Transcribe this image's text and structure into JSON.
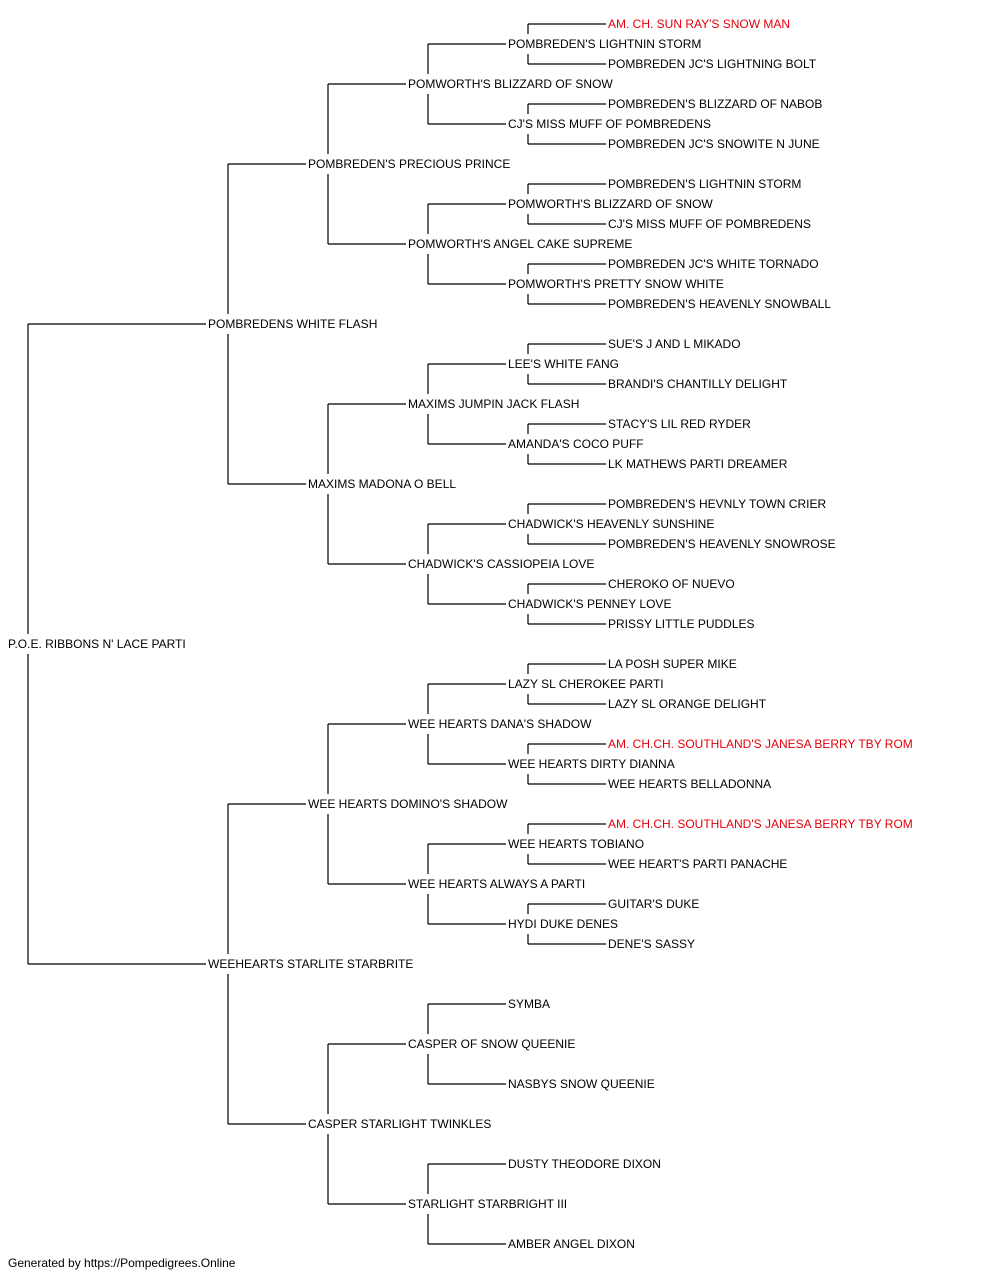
{
  "colors": {
    "normal": "#000000",
    "champion": "#e3000b"
  },
  "tree": {
    "name": "P.O.E. RIBBONS N' LACE PARTI",
    "children": [
      {
        "name": "POMBREDENS WHITE FLASH",
        "children": [
          {
            "name": "POMBREDEN'S PRECIOUS PRINCE",
            "children": [
              {
                "name": "POMWORTH'S BLIZZARD OF SNOW",
                "children": [
                  {
                    "name": "POMBREDEN'S LIGHTNIN STORM",
                    "children": [
                      {
                        "name": "AM. CH. SUN RAY'S SNOW MAN",
                        "champion": true
                      },
                      {
                        "name": "POMBREDEN JC'S LIGHTNING BOLT"
                      }
                    ]
                  },
                  {
                    "name": "CJ'S MISS MUFF OF POMBREDENS",
                    "children": [
                      {
                        "name": "POMBREDEN'S BLIZZARD OF NABOB"
                      },
                      {
                        "name": "POMBREDEN JC'S SNOWITE N JUNE"
                      }
                    ]
                  }
                ]
              },
              {
                "name": "POMWORTH'S ANGEL CAKE SUPREME",
                "children": [
                  {
                    "name": "POMWORTH'S BLIZZARD OF SNOW",
                    "children": [
                      {
                        "name": "POMBREDEN'S LIGHTNIN STORM"
                      },
                      {
                        "name": "CJ'S MISS MUFF OF POMBREDENS"
                      }
                    ]
                  },
                  {
                    "name": "POMWORTH'S PRETTY SNOW WHITE",
                    "children": [
                      {
                        "name": "POMBREDEN JC'S WHITE TORNADO"
                      },
                      {
                        "name": "POMBREDEN'S HEAVENLY SNOWBALL"
                      }
                    ]
                  }
                ]
              }
            ]
          },
          {
            "name": "MAXIMS MADONA O BELL",
            "children": [
              {
                "name": "MAXIMS JUMPIN JACK FLASH",
                "children": [
                  {
                    "name": "LEE'S WHITE FANG",
                    "children": [
                      {
                        "name": "SUE'S J AND L MIKADO"
                      },
                      {
                        "name": "BRANDI'S CHANTILLY DELIGHT"
                      }
                    ]
                  },
                  {
                    "name": "AMANDA'S COCO PUFF",
                    "children": [
                      {
                        "name": "STACY'S LIL RED RYDER"
                      },
                      {
                        "name": "LK MATHEWS PARTI DREAMER"
                      }
                    ]
                  }
                ]
              },
              {
                "name": "CHADWICK'S CASSIOPEIA LOVE",
                "children": [
                  {
                    "name": "CHADWICK'S HEAVENLY SUNSHINE",
                    "children": [
                      {
                        "name": "POMBREDEN'S HEVNLY TOWN CRIER"
                      },
                      {
                        "name": "POMBREDEN'S HEAVENLY SNOWROSE"
                      }
                    ]
                  },
                  {
                    "name": "CHADWICK'S PENNEY LOVE",
                    "children": [
                      {
                        "name": "CHEROKO OF NUEVO"
                      },
                      {
                        "name": "PRISSY LITTLE PUDDLES"
                      }
                    ]
                  }
                ]
              }
            ]
          }
        ]
      },
      {
        "name": "WEEHEARTS STARLITE STARBRITE",
        "children": [
          {
            "name": "WEE HEARTS DOMINO'S SHADOW",
            "children": [
              {
                "name": "WEE HEARTS DANA'S SHADOW",
                "children": [
                  {
                    "name": "LAZY SL CHEROKEE PARTI",
                    "children": [
                      {
                        "name": "LA POSH SUPER MIKE"
                      },
                      {
                        "name": "LAZY SL ORANGE DELIGHT"
                      }
                    ]
                  },
                  {
                    "name": "WEE HEARTS DIRTY DIANNA",
                    "children": [
                      {
                        "name": "AM. CH.CH. SOUTHLAND'S JANESA BERRY TBY ROM",
                        "champion": true
                      },
                      {
                        "name": "WEE HEARTS BELLADONNA"
                      }
                    ]
                  }
                ]
              },
              {
                "name": "WEE HEARTS ALWAYS A PARTI",
                "children": [
                  {
                    "name": "WEE HEARTS TOBIANO",
                    "children": [
                      {
                        "name": "AM. CH.CH. SOUTHLAND'S JANESA BERRY TBY ROM",
                        "champion": true
                      },
                      {
                        "name": "WEE HEART'S PARTI PANACHE"
                      }
                    ]
                  },
                  {
                    "name": "HYDI DUKE DENES",
                    "children": [
                      {
                        "name": "GUITAR'S DUKE"
                      },
                      {
                        "name": "DENE'S SASSY"
                      }
                    ]
                  }
                ]
              }
            ]
          },
          {
            "name": "CASPER STARLIGHT TWINKLES",
            "children": [
              {
                "name": "CASPER OF SNOW QUEENIE",
                "children": [
                  {
                    "name": "SYMBA"
                  },
                  {
                    "name": "NASBYS SNOW QUEENIE"
                  }
                ]
              },
              {
                "name": "STARLIGHT STARBRIGHT III",
                "children": [
                  {
                    "name": "DUSTY THEODORE DIXON"
                  },
                  {
                    "name": "AMBER ANGEL DIXON"
                  }
                ]
              }
            ]
          }
        ]
      }
    ]
  },
  "footer": "Generated by https://Pompedigrees.Online"
}
